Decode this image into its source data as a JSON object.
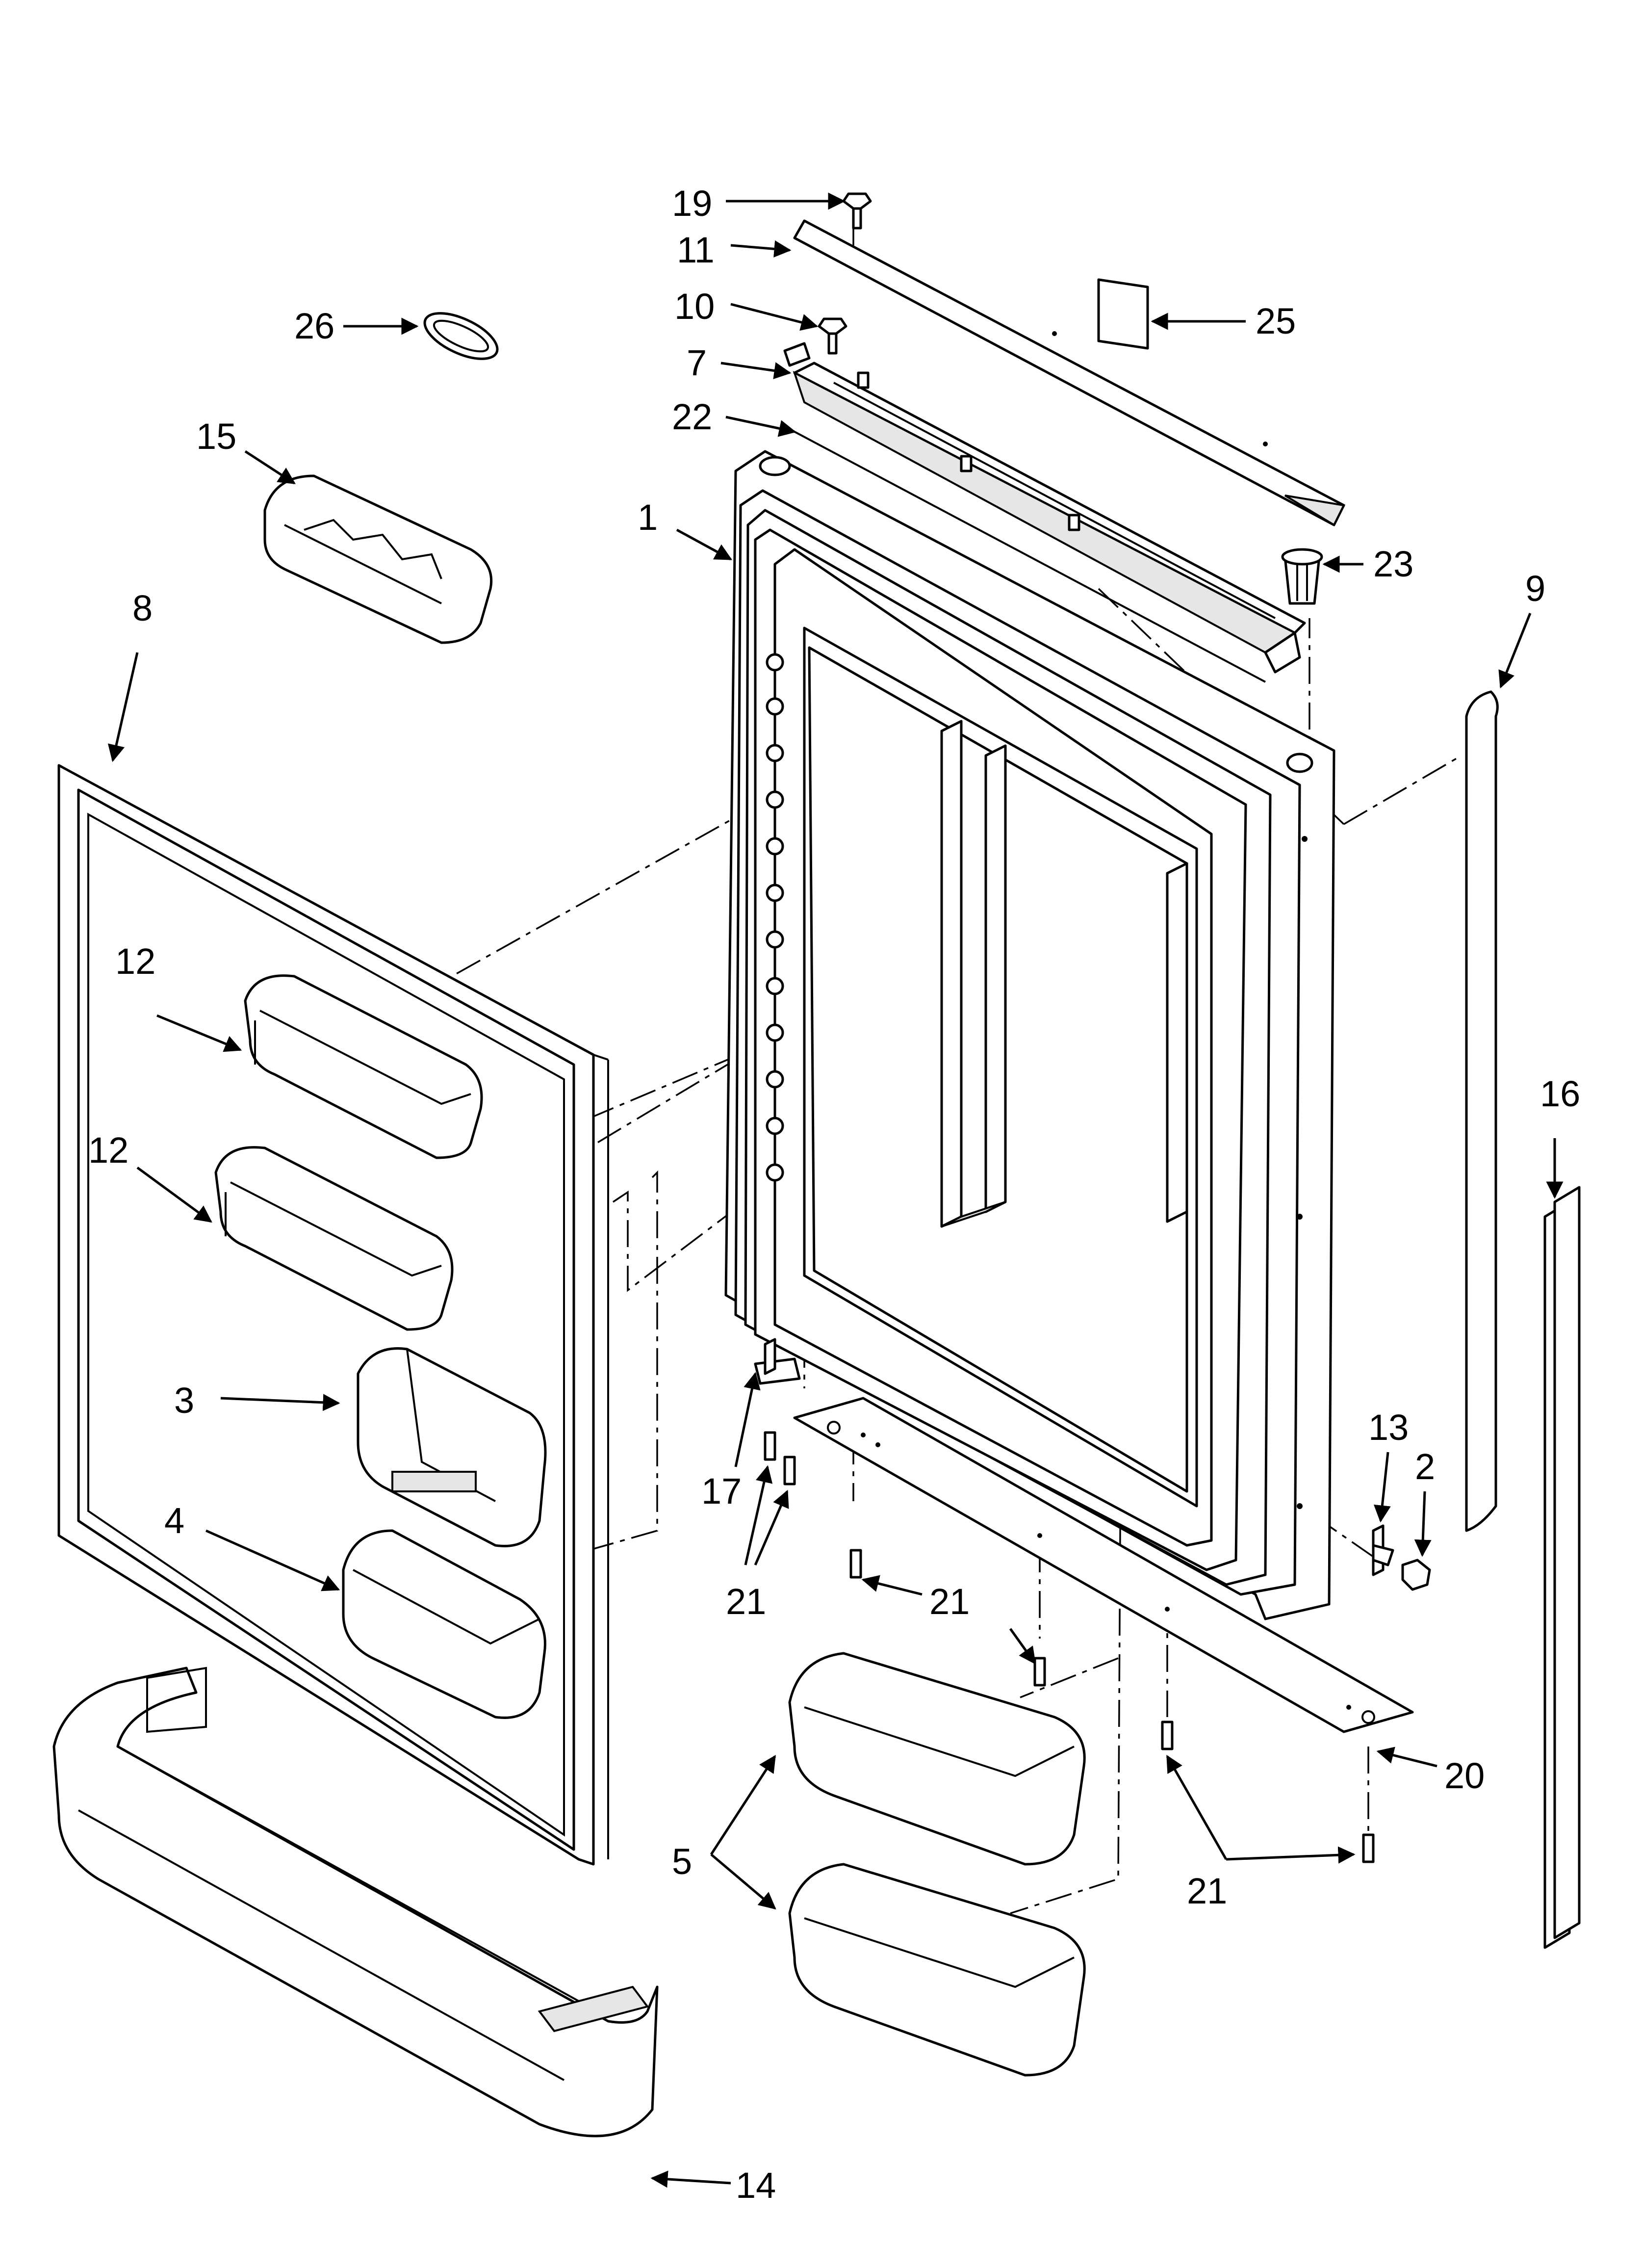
{
  "diagram": {
    "callouts": [
      {
        "id": "19",
        "label": "19"
      },
      {
        "id": "11",
        "label": "11"
      },
      {
        "id": "10",
        "label": "10"
      },
      {
        "id": "7",
        "label": "7"
      },
      {
        "id": "22",
        "label": "22"
      },
      {
        "id": "26",
        "label": "26"
      },
      {
        "id": "15",
        "label": "15"
      },
      {
        "id": "25",
        "label": "25"
      },
      {
        "id": "1",
        "label": "1"
      },
      {
        "id": "23",
        "label": "23"
      },
      {
        "id": "9",
        "label": "9"
      },
      {
        "id": "8",
        "label": "8"
      },
      {
        "id": "12a",
        "label": "12"
      },
      {
        "id": "12b",
        "label": "12"
      },
      {
        "id": "16",
        "label": "16"
      },
      {
        "id": "3",
        "label": "3"
      },
      {
        "id": "13",
        "label": "13"
      },
      {
        "id": "2",
        "label": "2"
      },
      {
        "id": "17",
        "label": "17"
      },
      {
        "id": "4",
        "label": "4"
      },
      {
        "id": "21a",
        "label": "21"
      },
      {
        "id": "21b",
        "label": "21"
      },
      {
        "id": "21c",
        "label": "21"
      },
      {
        "id": "20",
        "label": "20"
      },
      {
        "id": "5",
        "label": "5"
      },
      {
        "id": "14",
        "label": "14"
      }
    ]
  }
}
